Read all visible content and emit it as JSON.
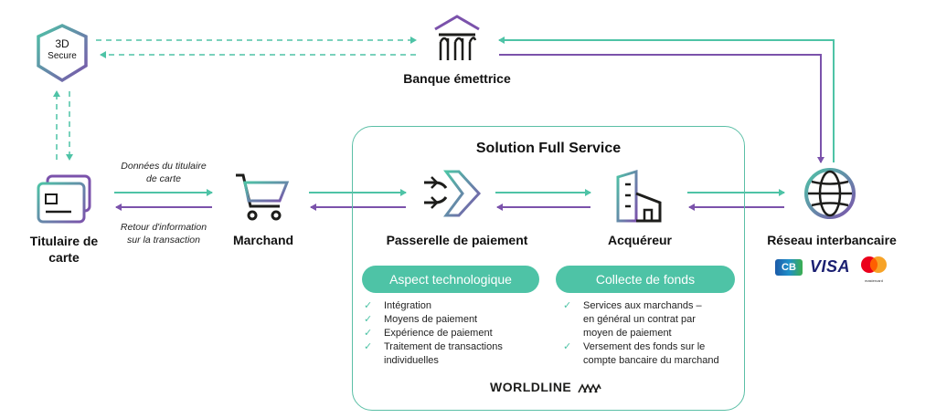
{
  "nodes": {
    "secure": {
      "line1": "3D",
      "line2": "Secure"
    },
    "bank": {
      "label": "Banque émettrice"
    },
    "cardholder": {
      "label_line1": "Titulaire de",
      "label_line2": "carte"
    },
    "merchant": {
      "label": "Marchand"
    },
    "gateway": {
      "label": "Passerelle de paiement"
    },
    "acquirer": {
      "label": "Acquéreur"
    },
    "network": {
      "label": "Réseau interbancaire"
    }
  },
  "flows": {
    "cardholder_data": {
      "line1": "Données du titulaire",
      "line2": "de carte"
    },
    "transaction_feedback": {
      "line1": "Retour d'information",
      "line2": "sur la transaction"
    }
  },
  "panel": {
    "title": "Solution Full Service",
    "tech": {
      "heading": "Aspect technologique",
      "items": [
        "Intégration",
        "Moyens de paiement",
        "Expérience de paiement",
        "Traitement de transactions",
        "individuelles"
      ]
    },
    "funds": {
      "heading": "Collecte de fonds",
      "items": [
        "Services aux marchands –",
        "en général un contrat par",
        "moyen de paiement",
        "Versement des fonds sur le",
        "compte bancaire du marchand"
      ]
    },
    "brand": "WORLDLINE"
  },
  "card_brands": {
    "cb": "CB",
    "visa": "VISA",
    "mastercard": "mastercard"
  },
  "colors": {
    "teal": "#4ec3a6",
    "purple": "#7b52ab",
    "dark": "#1d1d1b"
  }
}
